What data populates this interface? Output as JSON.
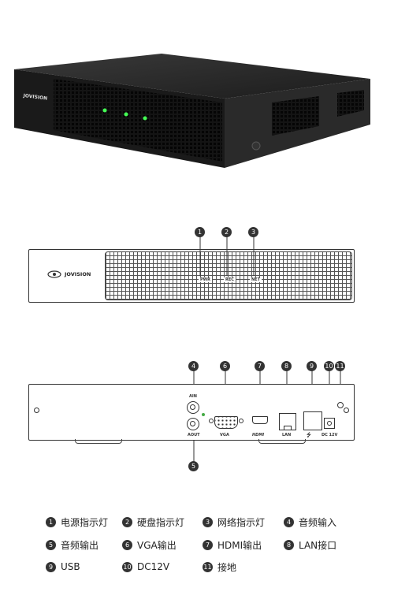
{
  "brand": "JOVISION",
  "front_leds": [
    "PWR",
    "REC",
    "NET"
  ],
  "callouts": [
    "1",
    "2",
    "3",
    "4",
    "5",
    "6",
    "7",
    "8",
    "9",
    "10",
    "11"
  ],
  "rear_labels": {
    "ain": "AIN",
    "aout": "AOUT",
    "vga": "VGA",
    "hdmi": "HDMI",
    "lan": "LAN",
    "usb_symbol": "⭍",
    "dc": "DC 12V"
  },
  "legend": [
    {
      "num": "1",
      "label": "电源指示灯"
    },
    {
      "num": "2",
      "label": "硬盘指示灯"
    },
    {
      "num": "3",
      "label": "网络指示灯"
    },
    {
      "num": "4",
      "label": "音频输入"
    },
    {
      "num": "5",
      "label": "音频输出"
    },
    {
      "num": "6",
      "label": "VGA输出"
    },
    {
      "num": "7",
      "label": "HDMI输出"
    },
    {
      "num": "8",
      "label": "LAN接口"
    },
    {
      "num": "9",
      "label": "USB"
    },
    {
      "num": "10",
      "label": "DC12V"
    },
    {
      "num": "11",
      "label": "接地"
    }
  ]
}
